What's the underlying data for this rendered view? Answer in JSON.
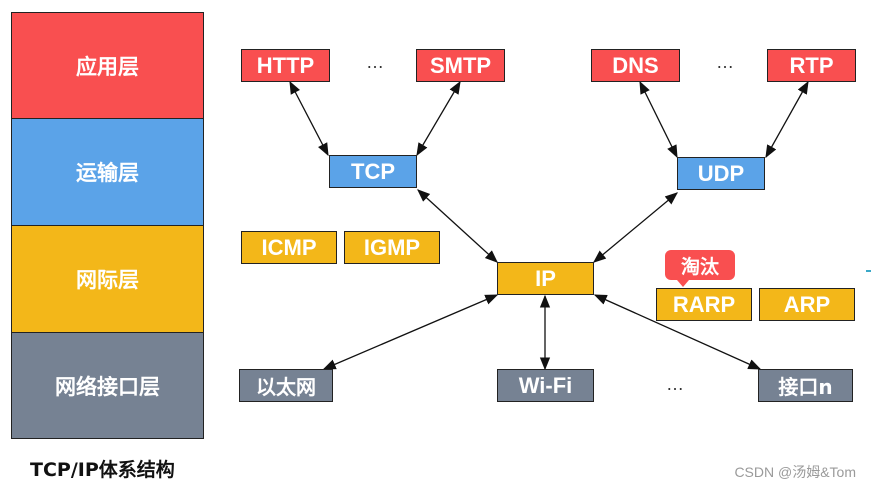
{
  "layers": [
    {
      "label": "应用层",
      "color": "#f94f50"
    },
    {
      "label": "运输层",
      "color": "#5ba3e8"
    },
    {
      "label": "网际层",
      "color": "#f3b719"
    },
    {
      "label": "网络接口层",
      "color": "#768293"
    }
  ],
  "caption": "TCP/IP体系结构",
  "application": {
    "http": "HTTP",
    "smtp": "SMTP",
    "dns": "DNS",
    "rtp": "RTP",
    "ellipsis": "…"
  },
  "transport": {
    "tcp": "TCP",
    "udp": "UDP"
  },
  "internet": {
    "icmp": "ICMP",
    "igmp": "IGMP",
    "ip": "IP",
    "rarp": "RARP",
    "arp": "ARP",
    "deprecated_badge": "淘汰"
  },
  "link": {
    "ethernet": "以太网",
    "wifi": "Wi-Fi",
    "interface_n": "接口n",
    "ellipsis": "…"
  },
  "watermark": "CSDN @汤姆&Tom"
}
